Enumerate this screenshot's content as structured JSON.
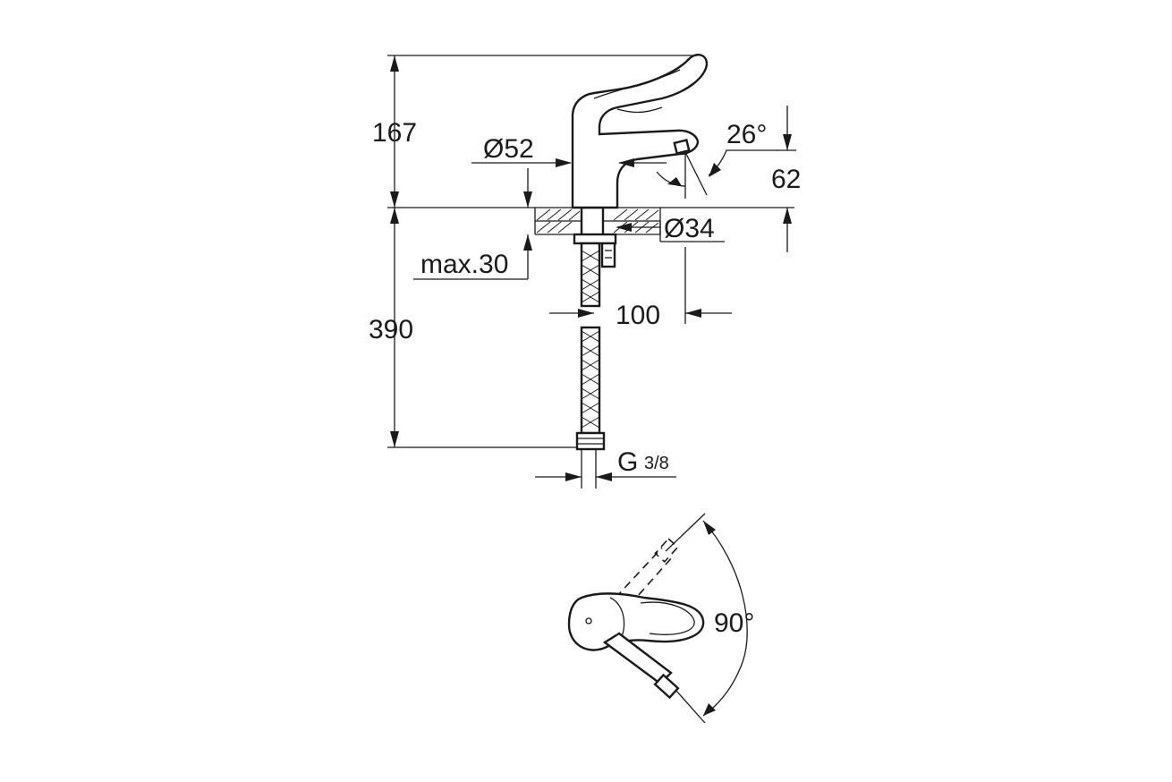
{
  "dimensions": {
    "height_above_deck": "167",
    "base_diameter": "Ø52",
    "spout_angle": "26°",
    "spout_height": "62",
    "hole_diameter": "Ø34",
    "max_deck_thickness": "max.30",
    "spout_projection": "100",
    "hose_length": "390",
    "connection_thread_main": "G",
    "connection_thread_fraction": "3/8"
  },
  "plan_view": {
    "lever_swing_angle": "90°"
  }
}
